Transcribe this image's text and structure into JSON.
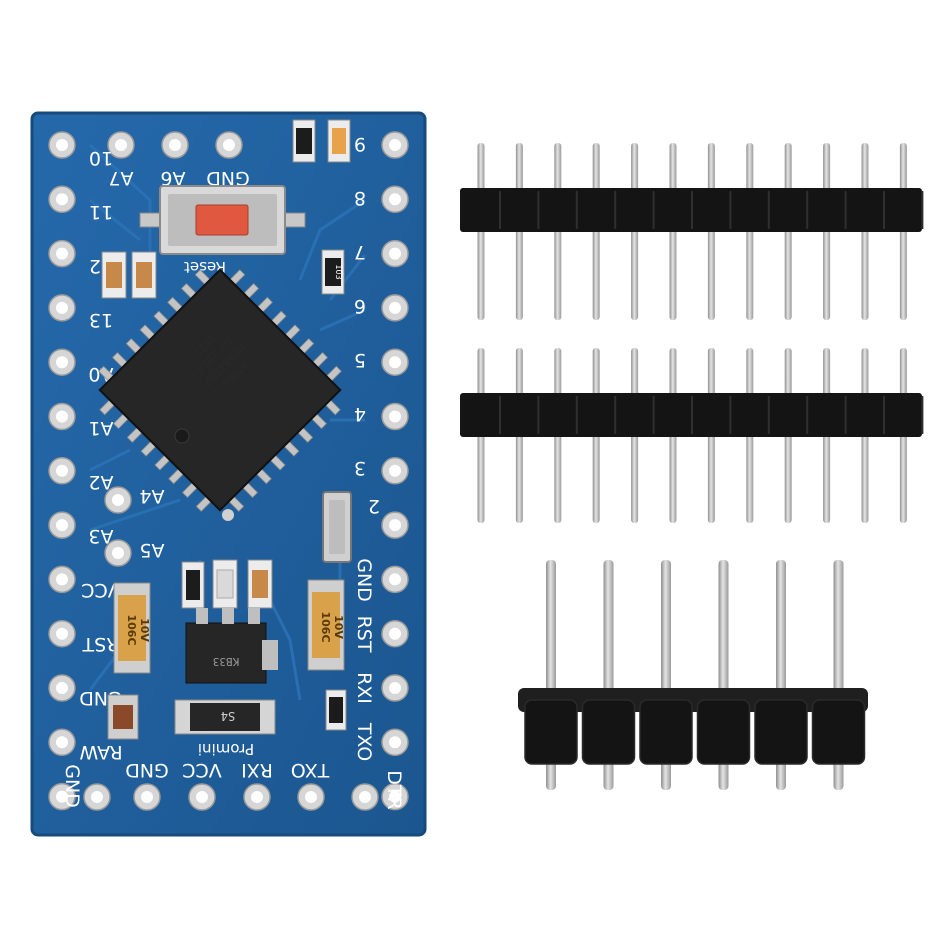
{
  "pins": {
    "left": [
      "10",
      "11",
      "12",
      "13",
      "A0",
      "A1",
      "A2",
      "A3",
      "VCC",
      "RST",
      "GND",
      "RAW",
      "GND"
    ],
    "top": [
      "A7",
      "A6",
      "GND"
    ],
    "right": [
      "9",
      "8",
      "7",
      "6",
      "5",
      "4",
      "3",
      "2",
      "GND",
      "RST",
      "RXI",
      "TXO",
      "DTR"
    ],
    "bottom": [
      "GND",
      "VCC",
      "RXI",
      "TXO"
    ],
    "inner": [
      "A4",
      "A5"
    ]
  },
  "silkscreen": {
    "reset_label": "Reset",
    "board_label": "Promini"
  },
  "components": {
    "mcu_marking": [
      "ATMEL",
      "MEGA328P",
      "AU 1924",
      "1K11"
    ],
    "resistor_code": "103",
    "cap_left": [
      "106C",
      "10V"
    ],
    "cap_right": [
      "106C",
      "10V"
    ],
    "regulator_code": "S4",
    "ic_small_marking": "KB33"
  },
  "colors": {
    "pcb": "#1f5f9e",
    "pcb_edge": "#174a7d",
    "pad": "#d6d6d6",
    "chip": "#262626",
    "header_plastic": "#141414",
    "pin_metal": "#b5b5b5",
    "capacitor": "#d9a24a"
  }
}
